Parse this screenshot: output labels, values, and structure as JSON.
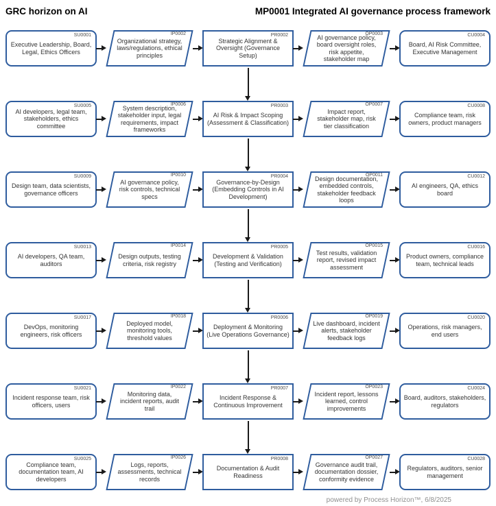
{
  "header": {
    "left_title": "GRC horizon on AI",
    "right_title": "MP0001 Integrated AI governance process framework"
  },
  "footer": {
    "credit": "powered by Process Horizon™, 6/8/2025"
  },
  "colors": {
    "shape_border": "#2e5c9e",
    "shape_text": "#333333",
    "code_text": "#4a4a4a",
    "arrow": "#1a1a1a",
    "footer_text": "#8f8f8f"
  },
  "legend": {
    "shape_types": {
      "supplier": "rounded-rectangle",
      "input": "parallelogram",
      "process": "rectangle",
      "output": "parallelogram",
      "customer": "rounded-rectangle"
    }
  },
  "rows": [
    {
      "supplier": {
        "code": "SU0001",
        "text": "Executive Leadership, Board, Legal, Ethics Officers"
      },
      "input": {
        "code": "IP0002",
        "text": "Organizational strategy, laws/regulations, ethical principles"
      },
      "process": {
        "code": "PR0002",
        "text": "Strategic Alignment & Oversight (Governance Setup)"
      },
      "output": {
        "code": "OP0003",
        "text": "AI governance policy, board oversight roles, risk appetite, stakeholder map"
      },
      "customer": {
        "code": "CU0004",
        "text": "Board, AI Risk Committee, Executive Management"
      }
    },
    {
      "supplier": {
        "code": "SU0005",
        "text": "AI developers, legal team, stakeholders, ethics committee"
      },
      "input": {
        "code": "IP0006",
        "text": "System description, stakeholder input, legal requirements, impact frameworks"
      },
      "process": {
        "code": "PR0003",
        "text": "AI Risk & Impact Scoping (Assessment & Classification)"
      },
      "output": {
        "code": "OP0007",
        "text": "Impact report, stakeholder map, risk tier classification"
      },
      "customer": {
        "code": "CU0008",
        "text": "Compliance team, risk owners, product managers"
      }
    },
    {
      "supplier": {
        "code": "SU0009",
        "text": "Design team, data scientists, governance officers"
      },
      "input": {
        "code": "IP0010",
        "text": "AI governance policy, risk controls, technical specs"
      },
      "process": {
        "code": "PR0004",
        "text": "Governance-by-Design (Embedding Controls in AI Development)"
      },
      "output": {
        "code": "OP0011",
        "text": "Design documentation, embedded controls, stakeholder feedback loops"
      },
      "customer": {
        "code": "CU0012",
        "text": "AI engineers, QA, ethics board"
      }
    },
    {
      "supplier": {
        "code": "SU0013",
        "text": "AI developers, QA team, auditors"
      },
      "input": {
        "code": "IP0014",
        "text": "Design outputs, testing criteria, risk registry"
      },
      "process": {
        "code": "PR0005",
        "text": "Development & Validation (Testing and Verification)"
      },
      "output": {
        "code": "OP0015",
        "text": "Test results, validation report, revised impact assessment"
      },
      "customer": {
        "code": "CU0016",
        "text": "Product owners, compliance team, technical leads"
      }
    },
    {
      "supplier": {
        "code": "SU0017",
        "text": "DevOps, monitoring engineers, risk officers"
      },
      "input": {
        "code": "IP0018",
        "text": "Deployed model, monitoring tools, threshold values"
      },
      "process": {
        "code": "PR0006",
        "text": "Deployment & Monitoring (Live Operations Governance)"
      },
      "output": {
        "code": "OP0019",
        "text": "Live dashboard, incident alerts, stakeholder feedback logs"
      },
      "customer": {
        "code": "CU0020",
        "text": "Operations, risk managers, end users"
      }
    },
    {
      "supplier": {
        "code": "SU0021",
        "text": "Incident response team, risk officers, users"
      },
      "input": {
        "code": "IP0022",
        "text": "Monitoring data, incident reports, audit trail"
      },
      "process": {
        "code": "PR0007",
        "text": "Incident Response & Continuous Improvement"
      },
      "output": {
        "code": "OP0023",
        "text": "Incident report, lessons learned, control improvements"
      },
      "customer": {
        "code": "CU0024",
        "text": "Board, auditors, stakeholders, regulators"
      }
    },
    {
      "supplier": {
        "code": "SU0025",
        "text": "Compliance team, documentation team, AI developers"
      },
      "input": {
        "code": "IP0026",
        "text": "Logs, reports, assessments, technical records"
      },
      "process": {
        "code": "PR0008",
        "text": "Documentation & Audit Readiness"
      },
      "output": {
        "code": "OP0027",
        "text": "Governance audit trail, documentation dossier, conformity evidence"
      },
      "customer": {
        "code": "CU0028",
        "text": "Regulators, auditors, senior management"
      }
    }
  ]
}
